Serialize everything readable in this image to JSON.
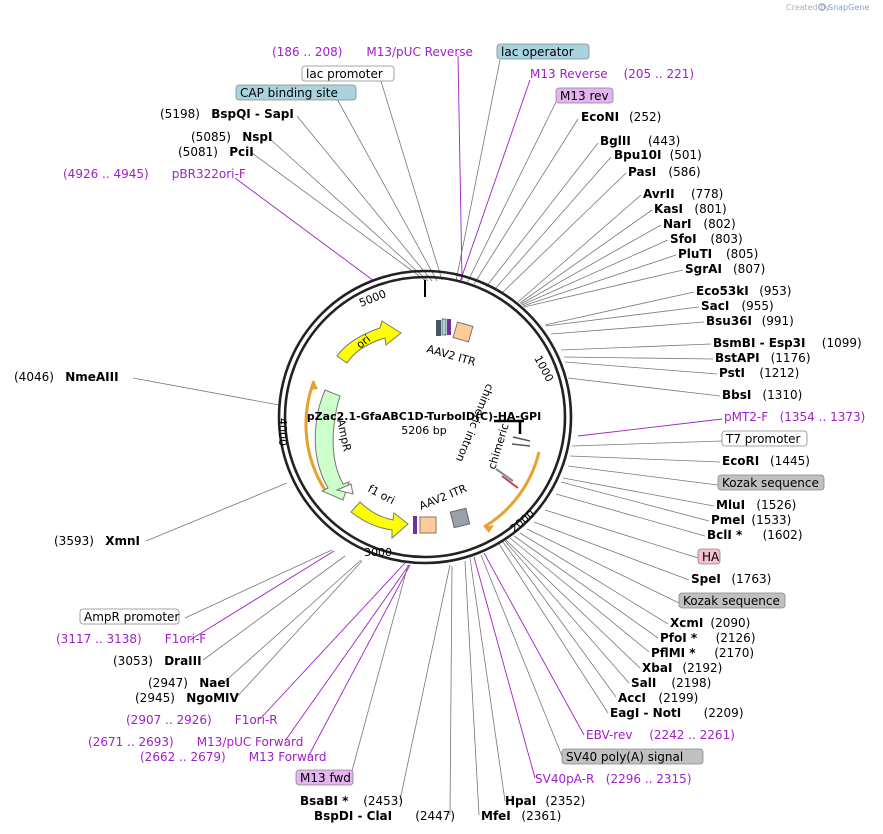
{
  "credit": {
    "prefix": "Created by",
    "brand": "SnapGene"
  },
  "plasmid": {
    "name": "pZac2.1-GfaABC1D-TurboID(C)-HA-GPI",
    "length": "5206 bp"
  },
  "ticks": [
    "1000",
    "2000",
    "3000",
    "4000",
    "5000"
  ],
  "feature_arc_labels": [
    "AAV2 ITR",
    "chimeric intron",
    "AmpR",
    "ori",
    "f1 ori",
    "AAV2 ITR"
  ],
  "labels": [
    {
      "kind": "primer",
      "pos": "(186 .. 208)",
      "name": "M13/pUC Reverse"
    },
    {
      "kind": "feature",
      "name": "lac operator",
      "color": "#a8d4e0"
    },
    {
      "kind": "feature",
      "name": "lac promoter",
      "color": "#ffffff"
    },
    {
      "kind": "primer",
      "pos": "(205 .. 221)",
      "name": "M13 Reverse"
    },
    {
      "kind": "feature",
      "name": "CAP binding site",
      "color": "#a8d4e0"
    },
    {
      "kind": "feature",
      "name": "M13 rev",
      "color": "#e3b4f0"
    },
    {
      "kind": "enzyme",
      "pos": "(5198)",
      "name": "BspQI - SapI"
    },
    {
      "kind": "enzyme",
      "pos": "(252)",
      "name": "EcoNI"
    },
    {
      "kind": "enzyme",
      "pos": "(5085)",
      "name": "NspI"
    },
    {
      "kind": "enzyme",
      "pos": "(443)",
      "name": "BglII"
    },
    {
      "kind": "enzyme",
      "pos": "(5081)",
      "name": "PciI"
    },
    {
      "kind": "enzyme",
      "pos": "(501)",
      "name": "Bpu10I"
    },
    {
      "kind": "primer",
      "pos": "(4926 .. 4945)",
      "name": "pBR322ori-F"
    },
    {
      "kind": "enzyme",
      "pos": "(586)",
      "name": "PasI"
    },
    {
      "kind": "enzyme",
      "pos": "(778)",
      "name": "AvrII"
    },
    {
      "kind": "enzyme",
      "pos": "(801)",
      "name": "KasI"
    },
    {
      "kind": "enzyme",
      "pos": "(802)",
      "name": "NarI"
    },
    {
      "kind": "enzyme",
      "pos": "(803)",
      "name": "SfoI"
    },
    {
      "kind": "enzyme",
      "pos": "(805)",
      "name": "PluTI"
    },
    {
      "kind": "enzyme",
      "pos": "(807)",
      "name": "SgrAI"
    },
    {
      "kind": "enzyme",
      "pos": "(953)",
      "name": "Eco53kI"
    },
    {
      "kind": "enzyme",
      "pos": "(955)",
      "name": "SacI"
    },
    {
      "kind": "enzyme",
      "pos": "(991)",
      "name": "Bsu36I"
    },
    {
      "kind": "enzyme",
      "pos": "(1099)",
      "name": "BsmBI - Esp3I"
    },
    {
      "kind": "enzyme",
      "pos": "(1176)",
      "name": "BstAPI"
    },
    {
      "kind": "enzyme",
      "pos": "(1212)",
      "name": "PstI"
    },
    {
      "kind": "enzyme",
      "pos": "(4046)",
      "name": "NmeAIII"
    },
    {
      "kind": "enzyme",
      "pos": "(1310)",
      "name": "BbsI"
    },
    {
      "kind": "primer",
      "pos": "(1354 .. 1373)",
      "name": "pMT2-F"
    },
    {
      "kind": "feature",
      "name": "T7 promoter",
      "color": "#ffffff"
    },
    {
      "kind": "enzyme",
      "pos": "(1445)",
      "name": "EcoRI"
    },
    {
      "kind": "feature",
      "name": "Kozak sequence",
      "color": "#c0c0c0"
    },
    {
      "kind": "enzyme",
      "pos": "(1526)",
      "name": "MluI"
    },
    {
      "kind": "enzyme",
      "pos": "(1533)",
      "name": "PmeI"
    },
    {
      "kind": "enzyme",
      "pos": "(1602)",
      "name": "BclI *"
    },
    {
      "kind": "enzyme",
      "pos": "(3593)",
      "name": "XmnI"
    },
    {
      "kind": "feature",
      "name": "HA",
      "color": "#f0c0cc"
    },
    {
      "kind": "enzyme",
      "pos": "(1763)",
      "name": "SpeI"
    },
    {
      "kind": "feature",
      "name": "Kozak sequence",
      "color": "#c0c0c0"
    },
    {
      "kind": "feature",
      "name": "AmpR promoter",
      "color": "#ffffff"
    },
    {
      "kind": "enzyme",
      "pos": "(2090)",
      "name": "XcmI"
    },
    {
      "kind": "primer",
      "pos": "(3117 .. 3138)",
      "name": "F1ori-F"
    },
    {
      "kind": "enzyme",
      "pos": "(2126)",
      "name": "PfoI *"
    },
    {
      "kind": "enzyme",
      "pos": "(3053)",
      "name": "DraIII"
    },
    {
      "kind": "enzyme",
      "pos": "(2170)",
      "name": "PflMI *"
    },
    {
      "kind": "enzyme",
      "pos": "(2192)",
      "name": "XbaI"
    },
    {
      "kind": "enzyme",
      "pos": "(2947)",
      "name": "NaeI"
    },
    {
      "kind": "enzyme",
      "pos": "(2198)",
      "name": "SalI"
    },
    {
      "kind": "enzyme",
      "pos": "(2945)",
      "name": "NgoMIV"
    },
    {
      "kind": "enzyme",
      "pos": "(2199)",
      "name": "AccI"
    },
    {
      "kind": "primer",
      "pos": "(2907 .. 2926)",
      "name": "F1ori-R"
    },
    {
      "kind": "enzyme",
      "pos": "(2209)",
      "name": "EagI - NotI"
    },
    {
      "kind": "primer",
      "pos": "(2242 .. 2261)",
      "name": "EBV-rev"
    },
    {
      "kind": "primer",
      "pos": "(2671 .. 2693)",
      "name": "M13/pUC Forward"
    },
    {
      "kind": "primer",
      "pos": "(2662 .. 2679)",
      "name": "M13 Forward"
    },
    {
      "kind": "feature",
      "name": "SV40 poly(A) signal",
      "color": "#c0c0c0"
    },
    {
      "kind": "feature",
      "name": "M13 fwd",
      "color": "#e3b4f0"
    },
    {
      "kind": "primer",
      "pos": "(2296 .. 2315)",
      "name": "SV40pA-R"
    },
    {
      "kind": "enzyme",
      "pos": "(2352)",
      "name": "HpaI"
    },
    {
      "kind": "enzyme",
      "pos": "(2453)",
      "name": "BsaBI *"
    },
    {
      "kind": "enzyme",
      "pos": "(2447)",
      "name": "BspDI - ClaI"
    },
    {
      "kind": "enzyme",
      "pos": "(2361)",
      "name": "MfeI"
    }
  ]
}
